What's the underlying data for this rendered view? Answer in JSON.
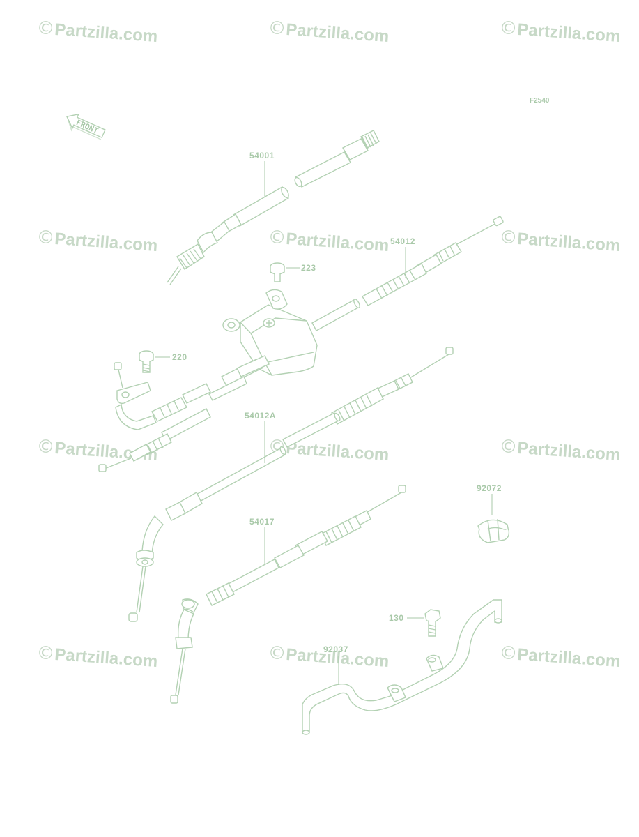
{
  "watermark": {
    "symbol": "©",
    "text": "Partzilla.com"
  },
  "diagram_code": "F2540",
  "front_label": "FRONT",
  "parts": {
    "p54001": "54001",
    "p54012": "54012",
    "p223": "223",
    "p220": "220",
    "p54012A": "54012A",
    "p92072": "92072",
    "p54017": "54017",
    "p130": "130",
    "p92037": "92037"
  },
  "colors": {
    "line": "#b3d1b3",
    "label": "#a9c9a9",
    "watermark": "#c7d9c7",
    "background": "#ffffff"
  }
}
